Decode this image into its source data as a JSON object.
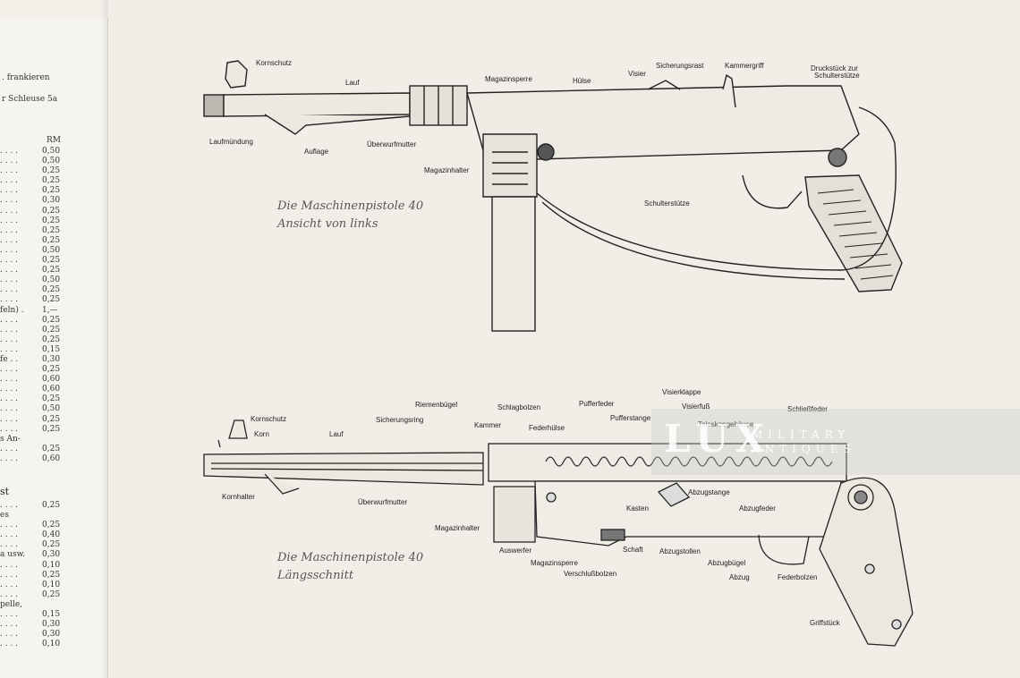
{
  "left_page": {
    "header_lines": [
      ". frankieren",
      "r Schleuse 5a"
    ],
    "rm_header": "RM",
    "rm_rows": [
      {
        "prefix": ". . . .",
        "value": "0,50"
      },
      {
        "prefix": ". . . .",
        "value": "0,50"
      },
      {
        "prefix": ". . . .",
        "value": "0,25"
      },
      {
        "prefix": ". . . .",
        "value": "0,25"
      },
      {
        "prefix": ". . . .",
        "value": "0,25"
      },
      {
        "prefix": ". . . .",
        "value": "0,30"
      },
      {
        "prefix": ". . . .",
        "value": "0,25"
      },
      {
        "prefix": ". . . .",
        "value": "0,25"
      },
      {
        "prefix": ". . . .",
        "value": "0,25"
      },
      {
        "prefix": ". . . .",
        "value": "0,25"
      },
      {
        "prefix": ". . . .",
        "value": "0,50"
      },
      {
        "prefix": ". . . .",
        "value": "0,25"
      },
      {
        "prefix": ". . . .",
        "value": "0,25"
      },
      {
        "prefix": ". . . .",
        "value": "0,50"
      },
      {
        "prefix": ". . . .",
        "value": "0,25"
      },
      {
        "prefix": ". . . .",
        "value": "0,25"
      },
      {
        "prefix": "feln) .",
        "value": "1,—"
      },
      {
        "prefix": ". . . .",
        "value": "0,25"
      },
      {
        "prefix": ". . . .",
        "value": "0,25"
      },
      {
        "prefix": ". . . .",
        "value": "0,25"
      },
      {
        "prefix": ". . . .",
        "value": "0,15"
      },
      {
        "prefix": "fe . .",
        "value": "0,30"
      },
      {
        "prefix": ". . . .",
        "value": "0,25"
      },
      {
        "prefix": ". . . .",
        "value": "0,60"
      },
      {
        "prefix": ". . . .",
        "value": "0,60"
      },
      {
        "prefix": ". . . .",
        "value": "0,25"
      },
      {
        "prefix": ". . . .",
        "value": "0,50"
      },
      {
        "prefix": ". . . .",
        "value": "0,25"
      },
      {
        "prefix": ". . . .",
        "value": "0,25"
      },
      {
        "prefix": "s An-",
        "value": ""
      },
      {
        "prefix": ". . . .",
        "value": "0,25"
      },
      {
        "prefix": ". . . .",
        "value": "0,60"
      }
    ],
    "section_letter": "st",
    "lower_rows": [
      {
        "prefix": ". . . .",
        "value": "0,25"
      },
      {
        "prefix": "es",
        "value": ""
      },
      {
        "prefix": ". . . .",
        "value": "0,25"
      },
      {
        "prefix": ". . . .",
        "value": "0,40"
      },
      {
        "prefix": ". . . .",
        "value": "0,25"
      },
      {
        "prefix": "a usw.",
        "value": "0,30"
      },
      {
        "prefix": ". . . .",
        "value": "0,10"
      },
      {
        "prefix": ". . . .",
        "value": "0,25"
      },
      {
        "prefix": ". . . .",
        "value": "0,10"
      },
      {
        "prefix": ". . . .",
        "value": "0,25"
      },
      {
        "prefix": "pelle,",
        "value": ""
      },
      {
        "prefix": ". . . .",
        "value": "0,15"
      },
      {
        "prefix": ". . . .",
        "value": "0,30"
      },
      {
        "prefix": ". . . .",
        "value": "0,30"
      },
      {
        "prefix": ". . . .",
        "value": "0,10"
      }
    ]
  },
  "top_figure": {
    "caption": [
      "Die Maschinenpistole 40",
      "Ansicht von links"
    ],
    "labels": {
      "kornschutz": "Kornschutz",
      "laufmuendung": "Laufmündung",
      "lauf": "Lauf",
      "auflage": "Auflage",
      "ueberwurfmutter": "Überwurfmutter",
      "magazinsperre": "Magazinsperre",
      "huelse": "Hülse",
      "visier": "Visier",
      "sicherungsrast": "Sicherungsrast",
      "kammergriff": "Kammergriff",
      "druckstueck": "Druckstück zur",
      "druckstueck2": "Schulterstütze",
      "magazinhalter": "Magazinhalter",
      "schulterstuetze": "Schulterstütze"
    }
  },
  "bottom_figure": {
    "caption": [
      "Die Maschinenpistole 40",
      "Längsschnitt"
    ],
    "labels": {
      "kornschutz": "Kornschutz",
      "korn": "Korn",
      "lauf": "Lauf",
      "sicherungsring": "Sicherungsring",
      "riemenbuegel": "Riemenbügel",
      "kammer": "Kammer",
      "schlagbolzen": "Schlagbolzen",
      "federhuelse": "Federhülse",
      "pufferfeder": "Pufferfeder",
      "pufferstange": "Pufferstange",
      "visierklappe": "Visierklappe",
      "visierfuss": "Visierfuß",
      "teleskopgehaeuse": "Teleskopgehäuse",
      "schliessfeder": "Schließfeder",
      "kornhalter": "Kornhalter",
      "ueberwurfmutter": "Überwurfmutter",
      "magazinhalter": "Magazinhalter",
      "auswerfer": "Auswerfer",
      "magazinsperre": "Magazinsperre",
      "verschlussbolzen": "Verschlußbolzen",
      "schaft": "Schaft",
      "kasten": "Kasten",
      "abzugstange": "Abzugstange",
      "abzugfeder": "Abzugfeder",
      "abzugstollen": "Abzugstollen",
      "abzugbuegel": "Abzugbügel",
      "abzug": "Abzug",
      "federbolzen": "Federbolzen",
      "griffstueck": "Griffstück"
    }
  },
  "watermark": {
    "main": "LUX",
    "sub1": "MILITARY",
    "sub2": "ANTIQUES"
  }
}
